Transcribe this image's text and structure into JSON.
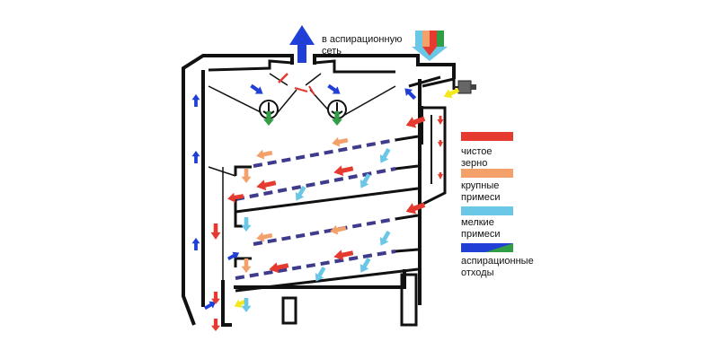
{
  "top_label": {
    "line1": "в аспирационную",
    "line2": "сеть"
  },
  "legend": [
    {
      "line1": "чистое",
      "line2": "зерно",
      "color": "#e43a2f"
    },
    {
      "line1": "крупные",
      "line2": "примеси",
      "color": "#f4a06a"
    },
    {
      "line1": "мелкие",
      "line2": "примеси",
      "color": "#6ac7e6"
    },
    {
      "line1": "аспирационные",
      "line2": "отходы",
      "colors": [
        "#1f3fd6",
        "#2f9e45"
      ]
    }
  ],
  "colors": {
    "clean": "#e43a2f",
    "large": "#f4a06a",
    "small": "#6ac7e6",
    "air": "#1f3fd6",
    "waste": "#2f9e45",
    "feed": "#f2e81a",
    "frame": "#111111",
    "sieve": "#3e3a8c"
  },
  "icons": {
    "top_outlet": "air-up-arrow-icon",
    "inlet": "grain-inlet-arrow-icon",
    "motor": "motor-icon",
    "fan": "fan-icon"
  }
}
